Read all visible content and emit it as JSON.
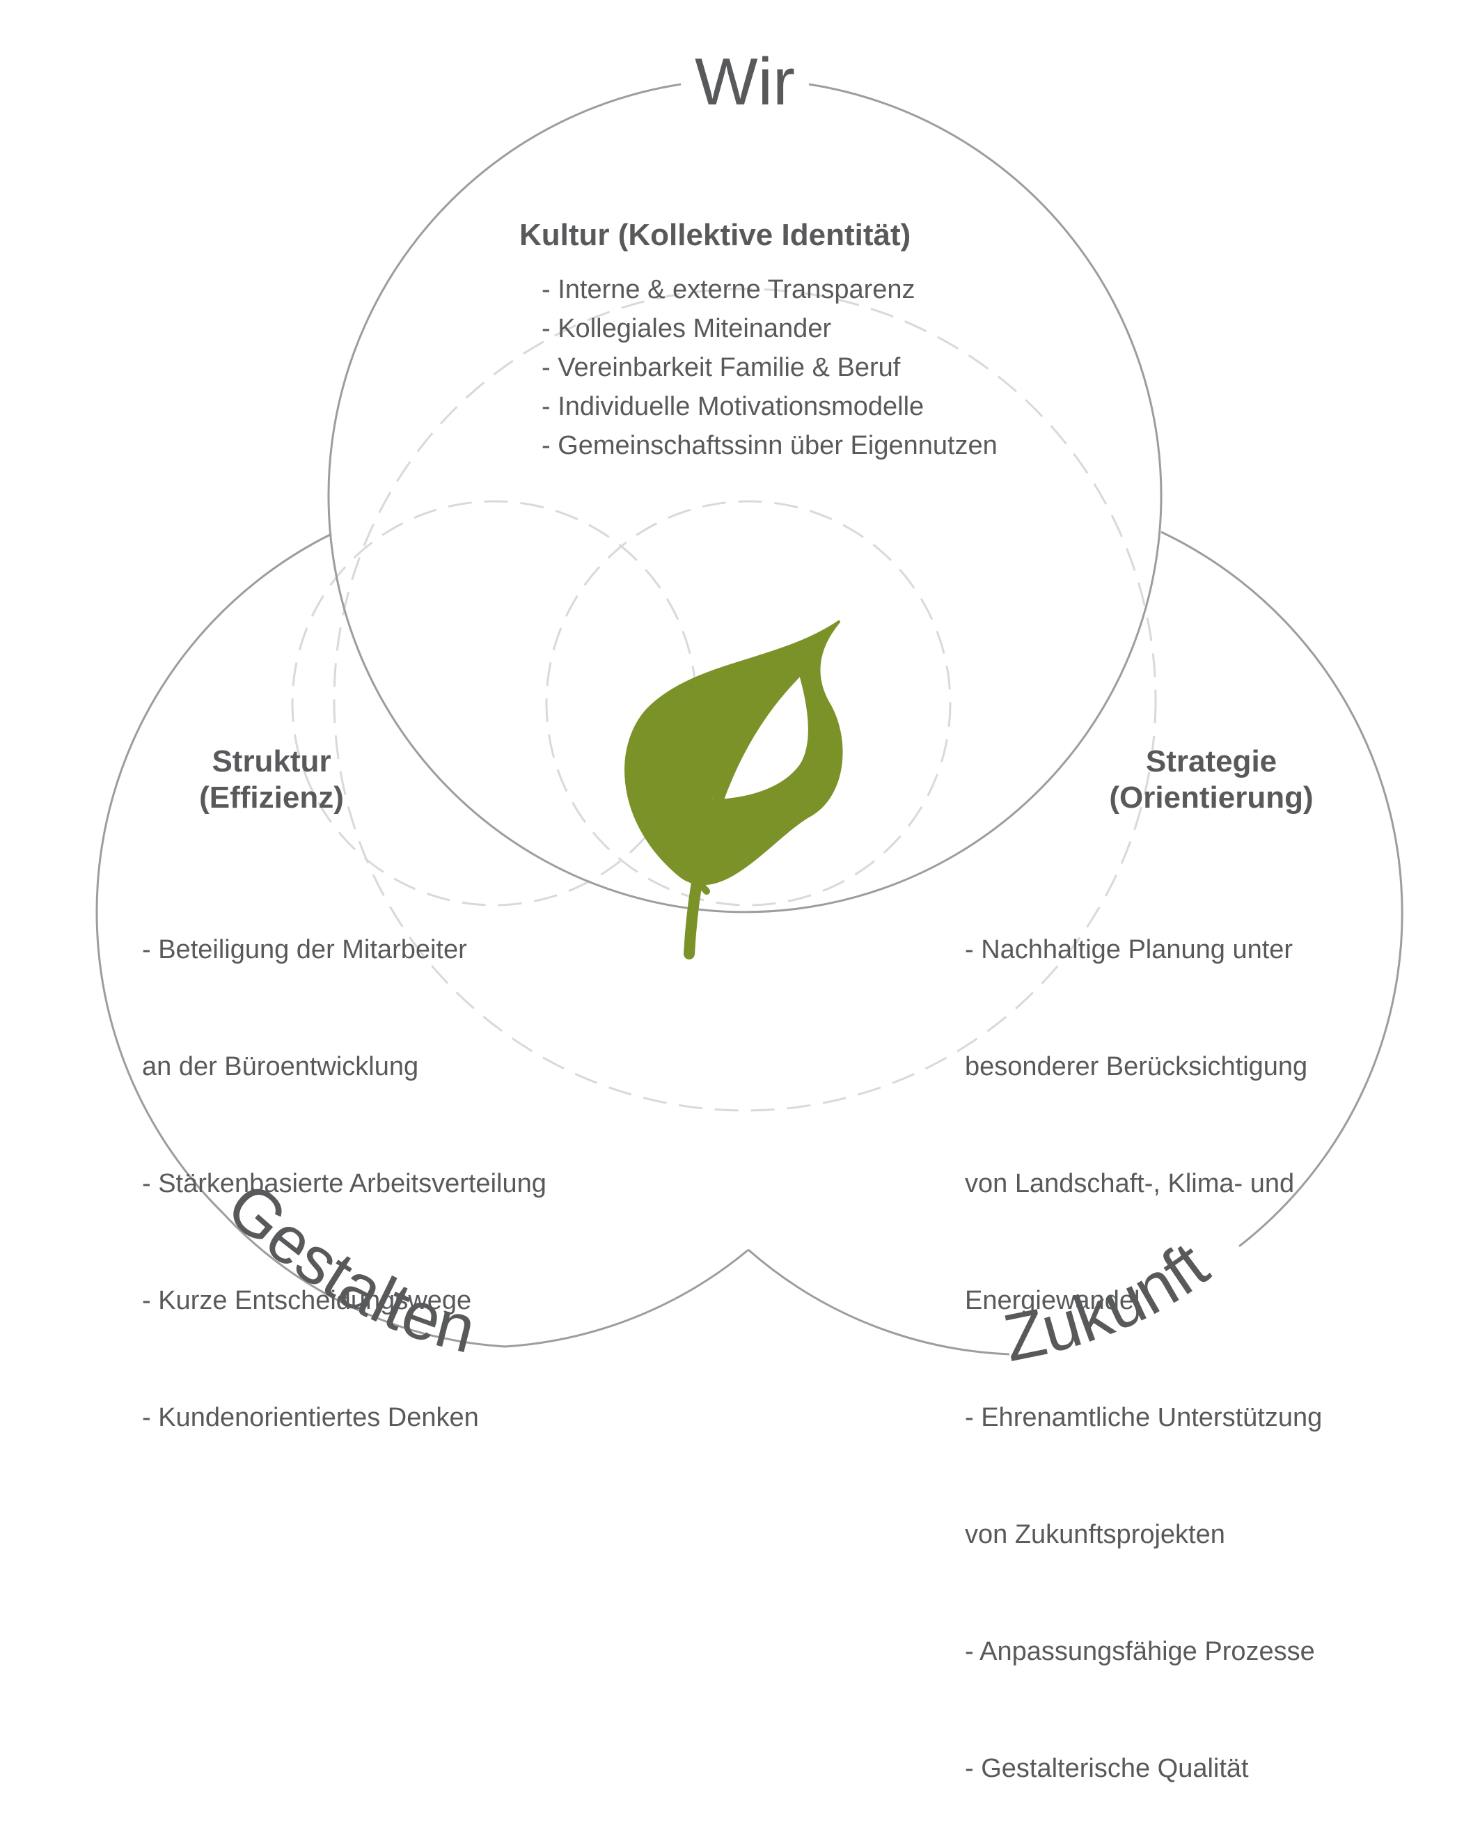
{
  "labels": {
    "top": "Wir",
    "left": "Gestalten",
    "right": "Zukunft"
  },
  "kultur": {
    "heading": "Kultur (Kollektive Identität)",
    "items": [
      "- Interne & externe Transparenz",
      "- Kollegiales Miteinander",
      "- Vereinbarkeit Familie & Beruf",
      "- Individuelle Motivationsmodelle",
      "- Gemeinschaftssinn über Eigennutzen"
    ]
  },
  "struktur": {
    "heading_line1": "Struktur",
    "heading_line2": "(Effizienz)",
    "items": [
      "- Beteiligung der Mitarbeiter",
      "  an der Büroentwicklung",
      "- Stärkenbasierte Arbeitsverteilung",
      "- Kurze Entscheidungswege",
      "- Kundenorientiertes Denken"
    ]
  },
  "strategie": {
    "heading_line1": "Strategie",
    "heading_line2": "(Orientierung)",
    "items": [
      "- Nachhaltige Planung unter",
      "  besonderer Berücksichtigung",
      "  von Landschaft-, Klima- und",
      "  Energiewandel",
      "- Ehrenamtliche Unterstützung",
      "  von Zukunftsprojekten",
      "- Anpassungsfähige Prozesse",
      "- Gestalterische Qualität"
    ]
  },
  "colors": {
    "outer_circle": "#9d9d9d",
    "inner_circle": "#d9d9d9",
    "text": "#58595b",
    "leaf": "#7a9228"
  },
  "center_icon": "leaf-icon"
}
